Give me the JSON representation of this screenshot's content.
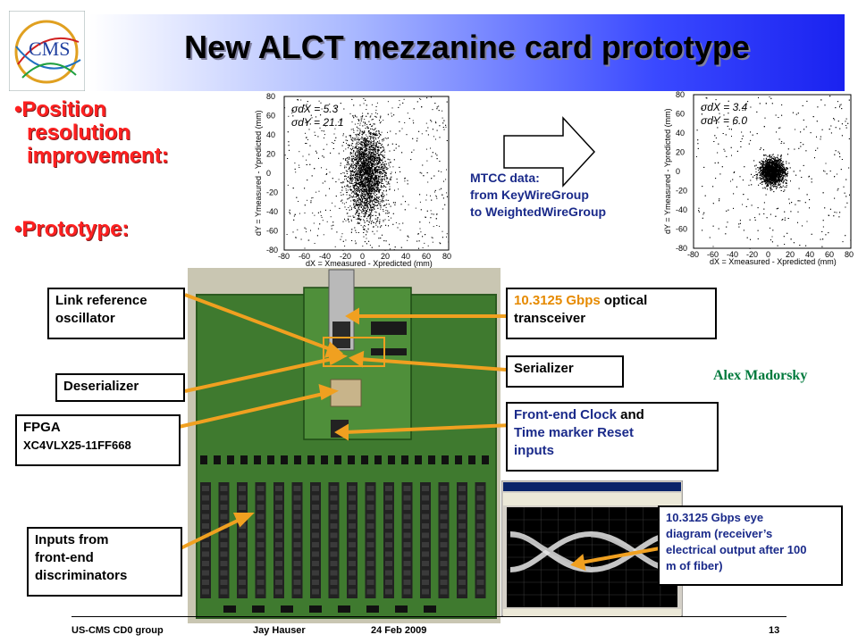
{
  "title": "New ALCT mezzanine card prototype",
  "logo_text": "CMS",
  "bullets": {
    "resolution": [
      "Position",
      "resolution",
      "improvement:"
    ],
    "prototype": "Prototype:"
  },
  "plot_left": {
    "sigma_dx": "σdX = 5.3",
    "sigma_dy": "σdY = 21.1",
    "ylabel": "dY = Ymeasured - Ypredicted (mm)",
    "xlabel": "dX = Xmeasured - Xpredicted (mm)",
    "xticks": [
      "-80",
      "-60",
      "-40",
      "-20",
      "0",
      "20",
      "40",
      "60",
      "80"
    ],
    "yticks": [
      "80",
      "60",
      "40",
      "20",
      "0",
      "-20",
      "-40",
      "-60",
      "-80"
    ]
  },
  "plot_right": {
    "sigma_dx": "σdX = 3.4",
    "sigma_dy": "σdY = 6.0",
    "ylabel": "dY = Ymeasured - Ypredicted (mm)",
    "xlabel": "dX = Xmeasured - Xpredicted (mm)",
    "xticks": [
      "-80",
      "-60",
      "-40",
      "-20",
      "0",
      "20",
      "40",
      "60",
      "80"
    ],
    "yticks": [
      "80",
      "60",
      "40",
      "20",
      "0",
      "-20",
      "-40",
      "-60",
      "-80"
    ]
  },
  "mtcc": [
    "MTCC data:",
    "from KeyWireGroup",
    "to WeightedWireGroup"
  ],
  "labels": {
    "link_ref": [
      "Link reference",
      "oscillator"
    ],
    "deserializer": "Deserializer",
    "fpga": "FPGA",
    "fpga_part": "XC4VLX25-11FF668",
    "inputs": [
      "Inputs from",
      "front-end",
      "discriminators"
    ],
    "transceiver_rate": "10.3125 Gbps",
    "transceiver_rest": " optical",
    "transceiver_line2": "transceiver",
    "serializer": "Serializer",
    "frontend": {
      "a": "Front-end Clock",
      "b": " and",
      "c": "Time marker Reset",
      "d": "inputs"
    },
    "eye": [
      "10.3125 Gbps eye",
      "diagram (receiver’s",
      "electrical output after 100",
      "m of fiber)"
    ]
  },
  "author": "Alex Madorsky",
  "footer": {
    "group": "US-CMS CD0 group",
    "name": "Jay Hauser",
    "date": "24 Feb 2009",
    "page": "13"
  },
  "colors": {
    "bullet": "#ff2020",
    "accent": "#f0a020",
    "orange_text": "#e68a00",
    "author": "#007a3d"
  }
}
